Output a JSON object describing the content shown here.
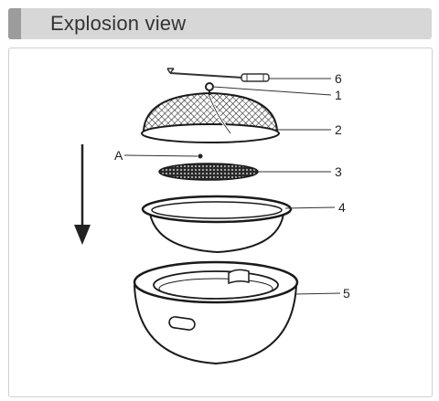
{
  "header": {
    "title": "Explosion view"
  },
  "callouts": {
    "part_1": "1",
    "part_2": "2",
    "part_3": "3",
    "part_4": "4",
    "part_5": "5",
    "part_6": "6",
    "point_a": "A"
  }
}
